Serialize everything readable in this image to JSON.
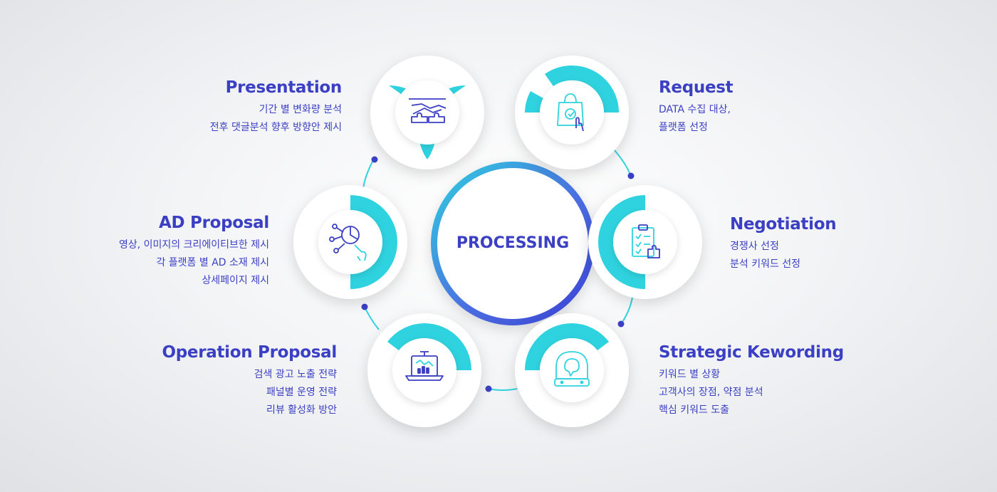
{
  "center": {
    "label": "PROCESSING"
  },
  "colors": {
    "accent": "#3b3fc4",
    "teal": "#2ed3df",
    "ring": "#ffffff"
  },
  "steps": [
    {
      "title": "Presentation",
      "lines": [
        "기간 별 변화량 분석",
        "전후 댓글분석 향후 방향안 제시"
      ],
      "icon": "handshake-puzzle-icon"
    },
    {
      "title": "Request",
      "lines": [
        "DATA 수집 대상,",
        "플랫폼 선정"
      ],
      "icon": "shopping-bag-tap-icon"
    },
    {
      "title": "Negotiation",
      "lines": [
        "경쟁사 선정",
        "분석 키워드 선정"
      ],
      "icon": "clipboard-checklist-icon"
    },
    {
      "title": "Strategic Kewording",
      "lines": [
        "키워드 별 상황",
        "고객사의 장점, 약점 분석",
        "핵심 키워드 도출"
      ],
      "icon": "vr-headset-icon"
    },
    {
      "title": "Operation Proposal",
      "lines": [
        "검색 광고 노출 전략",
        "패널별 운영 전략",
        "리뷰 활성화 방안"
      ],
      "icon": "laptop-chart-icon"
    },
    {
      "title": "AD Proposal",
      "lines": [
        "영상, 이미지의 크리에이티브한 제시",
        "각 플랫폼 별 AD 소재 제시",
        "상세페이지 제시"
      ],
      "icon": "hand-pie-chart-icon"
    }
  ]
}
